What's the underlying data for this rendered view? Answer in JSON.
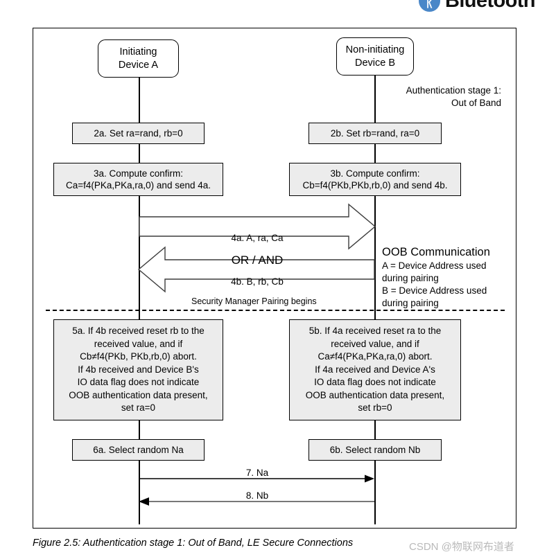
{
  "brand": {
    "name": "Bluetooth",
    "icon": "bluetooth-rune-icon",
    "glyph": "ᚱ",
    "badge_color": "#4a87c8"
  },
  "diagram": {
    "actors": [
      {
        "id": "device-a",
        "label": "Initiating\nDevice A"
      },
      {
        "id": "device-b",
        "label": "Non-initiating\nDevice B"
      }
    ],
    "stage_note": "Authentication stage 1:\nOut of Band",
    "steps": [
      {
        "id": "2a",
        "label": "2a. Set ra=rand, rb=0"
      },
      {
        "id": "2b",
        "label": "2b. Set rb=rand, ra=0"
      },
      {
        "id": "3a",
        "label": "3a. Compute confirm:\nCa=f4(PKa,PKa,ra,0) and send 4a."
      },
      {
        "id": "3b",
        "label": "3b. Compute confirm:\nCb=f4(PKb,PKb,rb,0) and send 4b."
      },
      {
        "id": "5a",
        "label": "5a. If 4b received reset rb to the\nreceived value, and if\nCb≠f4(PKb, PKb,rb,0) abort.\nIf 4b received and Device B's\nIO data flag does not indicate\nOOB authentication data present,\nset ra=0"
      },
      {
        "id": "5b",
        "label": "5b. If 4a received reset ra to the\nreceived value, and if\nCa≠f4(PKa,PKa,ra,0) abort.\nIf 4a received and Device A's\nIO data flag does not indicate\nOOB authentication data present,\nset rb=0"
      },
      {
        "id": "6a",
        "label": "6a. Select random Na"
      },
      {
        "id": "6b",
        "label": "6b. Select random Nb"
      }
    ],
    "messages": [
      {
        "id": "4a",
        "label": "4a. A, ra, Ca",
        "direction": "right",
        "style": "block"
      },
      {
        "id": "or-and",
        "label": "OR / AND",
        "direction": "none",
        "style": "text"
      },
      {
        "id": "4b",
        "label": "4b. B, rb, Cb",
        "direction": "left",
        "style": "block"
      },
      {
        "id": "7",
        "label": "7. Na",
        "direction": "right",
        "style": "line"
      },
      {
        "id": "8",
        "label": "8. Nb",
        "direction": "left",
        "style": "line"
      }
    ],
    "divider_label": "Security Manager Pairing begins",
    "oob": {
      "title": "OOB Communication",
      "legend": "A = Device Address used\n      during pairing\nB = Device Address used\n      during pairing"
    }
  },
  "caption": "Figure 2.5:  Authentication stage 1: Out of Band, LE Secure Connections",
  "watermark": "CSDN @物联网布道者"
}
